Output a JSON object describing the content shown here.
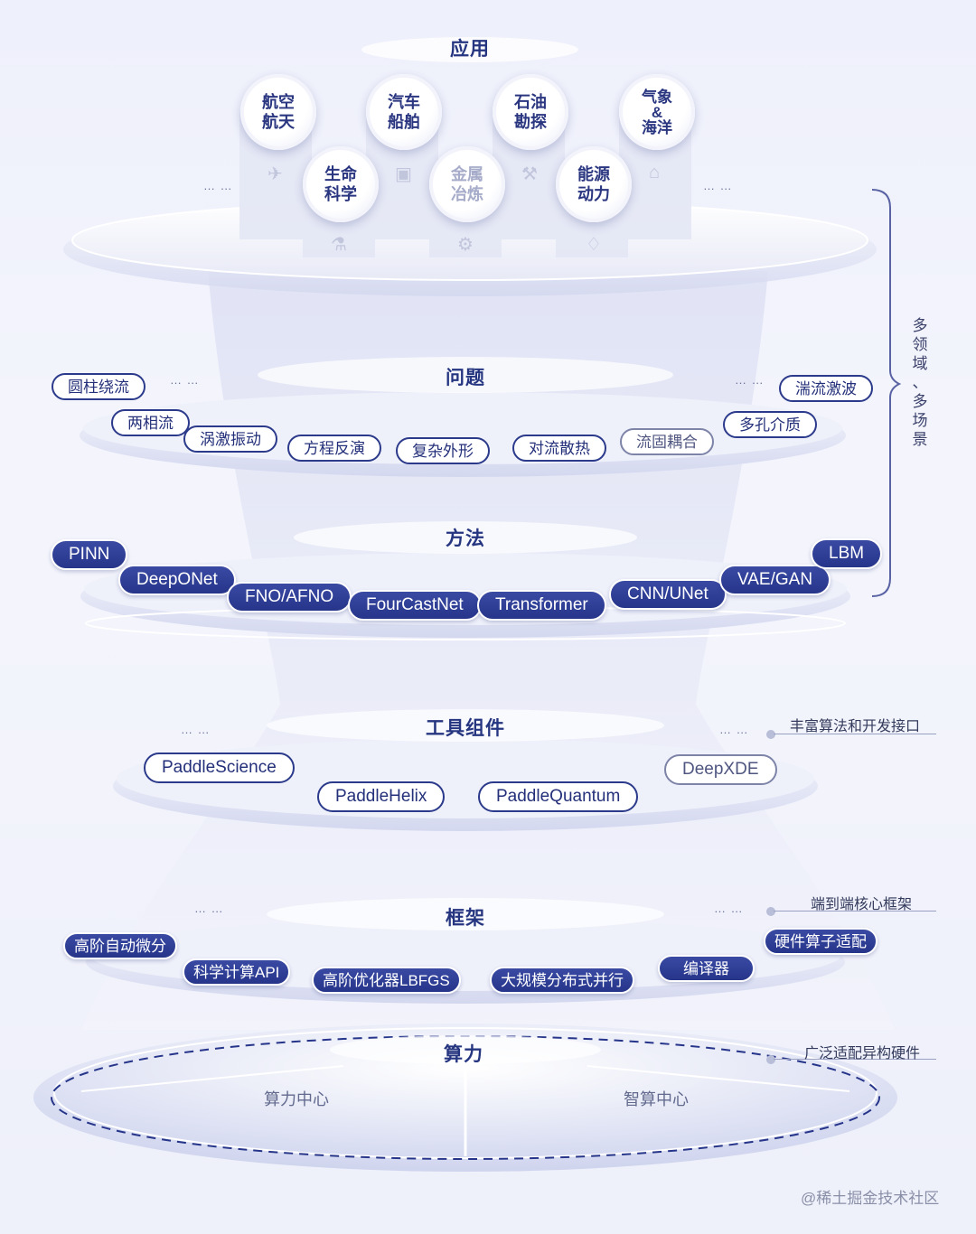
{
  "layers": {
    "application": {
      "title": "应用",
      "fields": [
        {
          "label": "航空\n航天",
          "icon": "rocket-icon",
          "faded": false
        },
        {
          "label": "汽车\n船舶",
          "icon": "bus-icon",
          "faded": false
        },
        {
          "label": "石油\n勘探",
          "icon": "oil-pump-icon",
          "faded": false
        },
        {
          "label": "气象\n&\n海洋",
          "icon": "house-icon",
          "faded": false
        },
        {
          "label": "生命\n科学",
          "icon": "microscope-icon",
          "faded": false
        },
        {
          "label": "金属\n冶炼",
          "icon": "gear-icon",
          "faded": true
        },
        {
          "label": "能源\n动力",
          "icon": "drop-icon",
          "faded": false
        }
      ],
      "ellipsis_left": "… …",
      "ellipsis_right": "… …"
    },
    "problem": {
      "title": "问题",
      "items": [
        "圆柱绕流",
        "两相流",
        "涡激振动",
        "方程反演",
        "复杂外形",
        "对流散热",
        "流固耦合",
        "多孔介质",
        "湍流激波"
      ],
      "ellipsis_left": "… …",
      "ellipsis_right": "… …"
    },
    "method": {
      "title": "方法",
      "items": [
        "PINN",
        "DeepONet",
        "FNO/AFNO",
        "FourCastNet",
        "Transformer",
        "CNN/UNet",
        "VAE/GAN",
        "LBM"
      ]
    },
    "tools": {
      "title": "工具组件",
      "items": [
        "PaddleScience",
        "PaddleHelix",
        "PaddleQuantum",
        "DeepXDE"
      ],
      "ellipsis_left": "… …",
      "ellipsis_right": "… …",
      "note": "丰富算法和开发接口"
    },
    "framework": {
      "title": "框架",
      "items": [
        "高阶自动微分",
        "科学计算API",
        "高阶优化器LBFGS",
        "大规模分布式并行",
        "编译器",
        "硬件算子适配"
      ],
      "ellipsis_left": "… …",
      "ellipsis_right": "… …",
      "note": "端到端核心框架"
    },
    "compute": {
      "title": "算力",
      "centers": [
        "算力中心",
        "智算中心"
      ],
      "note": "广泛适配异构硬件"
    }
  },
  "side_label": "多\n领\n域\n、\n多\n场\n景",
  "watermark": "@稀土掘金技术社区",
  "colors": {
    "accent": "#26358a",
    "outline": "#2b3a8a",
    "background": "#eef0fb"
  }
}
